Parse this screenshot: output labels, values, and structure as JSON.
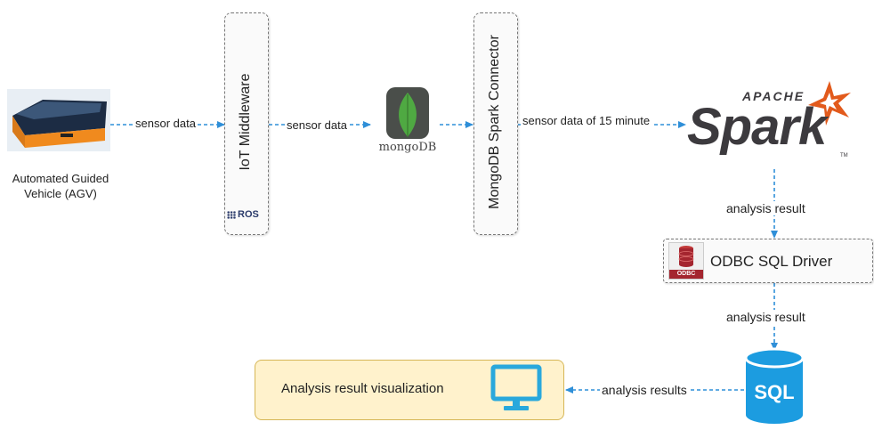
{
  "agv": {
    "label_line1": "Automated Guided",
    "label_line2": "Vehicle (AGV)"
  },
  "middleware": {
    "title": "IoT Middleware",
    "badge": "ROS"
  },
  "mongodb": {
    "logo_text_a": "mongo",
    "logo_text_b": "DB"
  },
  "connector": {
    "title": "MongoDB Spark Connector"
  },
  "spark": {
    "brand_top": "APACHE",
    "brand_main": "Spark",
    "tm": "TM"
  },
  "odbc": {
    "title": "ODBC SQL Driver",
    "icon_caption": "ODBC"
  },
  "sql": {
    "label": "SQL"
  },
  "viz": {
    "title": "Analysis result visualization"
  },
  "edges": {
    "agv_to_mw": "sensor data",
    "mw_to_mongo": "sensor data",
    "connector_to_spark": "sensor data of 15 minute",
    "spark_to_odbc": "analysis result",
    "odbc_to_sql": "analysis result",
    "sql_to_viz": "analysis results"
  },
  "colors": {
    "arrow": "#2f8fd8",
    "viz_fill": "#fff2cc",
    "viz_border": "#d6b656",
    "monitor": "#29a8dc",
    "sql_blue": "#1c9ce0",
    "spark_orange": "#e25a1c",
    "spark_dark": "#3c3a3e",
    "mongo_green": "#4fa942",
    "odbc_red": "#a4252f"
  }
}
